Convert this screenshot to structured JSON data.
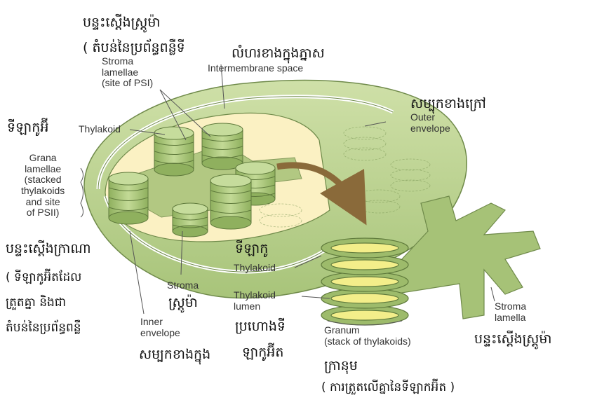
{
  "en": {
    "stroma_lamellae_psi": "Stroma\nlamellae\n(site of PSI)",
    "intermembrane_space": "Intermembrane space",
    "thylakoid": "Thylakoid",
    "outer_envelope": "Outer\nenvelope",
    "grana_lamellae": "Grana\nlamellae\n(stacked\nthylakoids\nand site\nof PSII)",
    "stroma": "Stroma",
    "inner_envelope": "Inner\nenvelope",
    "thylakoid_detail": "Thylakoid",
    "thylakoid_lumen": "Thylakoid\nlumen",
    "granum": "Granum\n(stack of thylakoids)",
    "stroma_lamella": "Stroma\nlamella"
  },
  "km": {
    "stroma_lamellae": "បន្ទះស្តើងស្ត្រូម៉ា",
    "stroma_lamellae_psi": "( តំបន់នៃប្រព័ន្ធពន្លឺទី",
    "intermembrane_space": "លំហរខាងក្នុងភ្នាស",
    "outer_envelope": "សម្បុកខាងក្រៅ",
    "thylakoid": "ទីឡាកូអ៊ី",
    "grana_lamellae": "បន្ទះស្តើងក្រាណា",
    "grana_note_1": "( ទីឡាកូអ៊ីតដែល",
    "grana_note_2": "ត្រួតគ្នា និងជា",
    "grana_note_3": "តំបន់នៃប្រព័ន្ធពន្លឺ",
    "stroma": "ស្ត្រូម៉ា",
    "inner_envelope": "សម្បកខាងក្នុង",
    "thylakoid_detail": "ទីឡាកូ",
    "thylakoid_lumen_1": "ប្រហោងទី",
    "thylakoid_lumen_2": "ឡាកូអ៊ីត",
    "granum": "ក្រានុម",
    "granum_note": "( ការត្រួតលើគ្នានៃទីឡាកអ៊ីត )",
    "stroma_lamella": "បន្ទះស្តើងស្ត្រូម៉ា"
  },
  "colors": {
    "envelope_green": "#b8d08a",
    "inner_green": "#a6c277",
    "outline": "#6f8a4a",
    "stroma_cream": "#fbf1c3",
    "thylakoid_green": "#9dbb6b",
    "lumen_yellow": "#f3ee8a",
    "arrow_brown": "#8a6a3a"
  }
}
